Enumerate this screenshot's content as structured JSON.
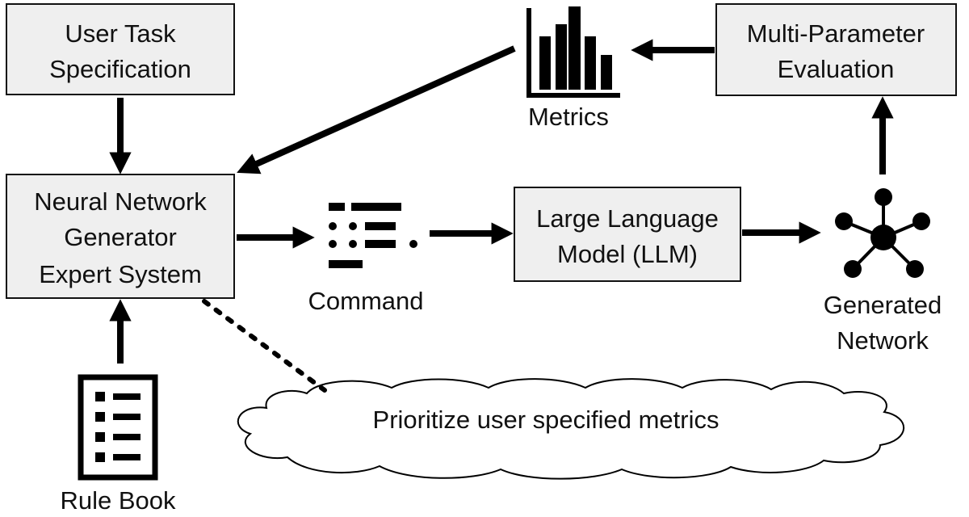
{
  "nodes": {
    "user_task": [
      "User Task",
      "Specification"
    ],
    "nn_generator": [
      "Neural Network",
      "Generator",
      "Expert System"
    ],
    "llm": [
      "Large Language",
      "Model (LLM)"
    ],
    "evaluation": [
      "Multi-Parameter",
      "Evaluation"
    ]
  },
  "labels": {
    "metrics": "Metrics",
    "command": "Command",
    "generated_network": [
      "Generated",
      "Network"
    ],
    "rule_book": "Rule Book",
    "cloud": "Prioritize user specified metrics"
  },
  "icons": {
    "metrics": "bar-chart-icon",
    "command": "command-terminal-icon",
    "network": "network-graph-icon",
    "rule_book": "checklist-document-icon"
  },
  "colors": {
    "box_fill": "#efefef",
    "stroke": "#000000"
  }
}
